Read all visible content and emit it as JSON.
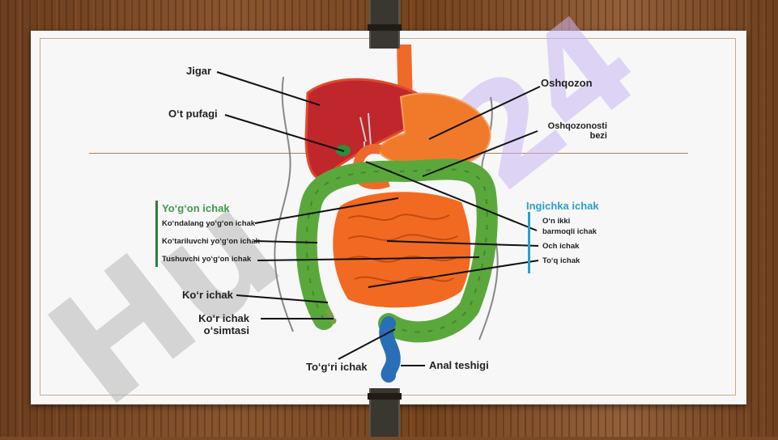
{
  "watermark": {
    "text_main": "Hu",
    "text_number": "24"
  },
  "labels": {
    "jigar": "Jigar",
    "ot_pufagi": "O‘t pufagi",
    "oshqozon": "Oshqozon",
    "oshqozonosti_line1": "Oshqozonosti",
    "oshqozonosti_line2": "bezi",
    "yogon_title": "Yo‘g‘on ichak",
    "kondalang": "Ko‘ndalang yo‘g‘on ichak",
    "kotariluvchi": "Ko‘tariluvchi yo‘g‘on ichak",
    "tushuvchi": "Tushuvchi yo‘g‘on ichak",
    "ingichka_title": "Ingichka ichak",
    "onikki_line1": "O‘n ikki",
    "onikki_line2": "barmoqli ichak",
    "och_ichak": "Och ichak",
    "toq_ichak": "To‘q ichak",
    "kor_ichak": "Ko‘r ichak",
    "kor_osimta_line1": "Ko‘r ichak",
    "kor_osimta_line2": "o‘simtasi",
    "togri_ichak": "To‘g‘ri ichak",
    "anal": "Anal teshigi"
  },
  "colors": {
    "liver": "#c0272d",
    "stomach": "#f07a2a",
    "colon": "#5aa83c",
    "small_intestine": "#f26a21",
    "rectum": "#2a5ea8",
    "gallbladder": "#2e8b3a",
    "pancreas": "#e8e030",
    "watermark": "#b8b8b8",
    "watermark_number": "#c9b6f2"
  }
}
